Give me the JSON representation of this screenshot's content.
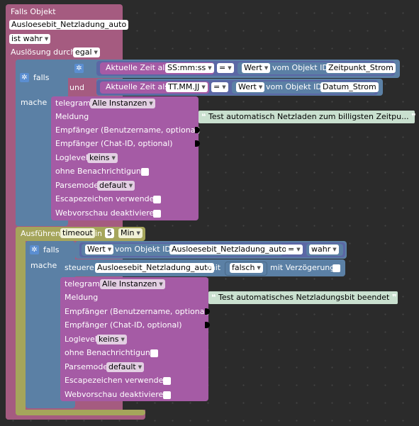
{
  "colors": {
    "trigger": "#a55b80",
    "logic": "#5b80a5",
    "text": "#a55ba5",
    "timeout": "#a5a55b",
    "compare": "#5b67a5",
    "value": "#a55ba5",
    "string": "#c9e0cf"
  },
  "trigger": {
    "title": "Falls Objekt",
    "object_id": "Ausloesebit_Netzladung_auto",
    "condition": "ist wahr",
    "trigger_prefix": "Auslösung durch",
    "trigger_value": "egal"
  },
  "if1": {
    "falls": "falls",
    "und": "und",
    "mache": "mache",
    "cond1": {
      "prefix": "Aktuelle Zeit als",
      "format": "SS:mm:ss",
      "op": "=",
      "value_type": "Wert",
      "from": "vom Objekt ID",
      "object_id": "Zeitpunkt_Strom"
    },
    "cond2": {
      "prefix": "Aktuelle Zeit als",
      "format": "TT.MM.JJ",
      "op": "=",
      "value_type": "Wert",
      "from": "vom Objekt ID",
      "object_id": "Datum_Strom"
    }
  },
  "telegram1": {
    "label": "telegram",
    "instance": "Alle Instanzen",
    "meldung": "Meldung",
    "message": "Test automatisch Netzladen zum billigsten Zeitpu...",
    "recipient_user": "Empfänger (Benutzername, optional)",
    "recipient_chat": "Empfänger (Chat-ID, optional)",
    "loglevel": "Loglevel",
    "loglevel_value": "keins",
    "silent": "ohne Benachrichtigung",
    "parsemode": "Parsemode",
    "parsemode_value": "default",
    "escape": "Escapezeichen verwenden",
    "preview": "Webvorschau deaktivieren"
  },
  "timeout": {
    "label": "Ausführen",
    "name": "timeout",
    "in": "in",
    "value": "5",
    "unit": "Min"
  },
  "if2": {
    "falls": "falls",
    "mache": "mache",
    "cond": {
      "value_type": "Wert",
      "from": "vom Objekt ID",
      "object_id": "Ausloesebit_Netzladung_auto",
      "op": "=",
      "value": "wahr"
    },
    "set": {
      "label": "steuere",
      "object_id": "Ausloesebit_Netzladung_auto",
      "with": "mit",
      "value": "falsch",
      "delay": "mit Verzögerung"
    }
  },
  "telegram2": {
    "label": "telegram",
    "instance": "Alle Instanzen",
    "meldung": "Meldung",
    "message": "Test automatisches Netzladungsbit beendet",
    "recipient_user": "Empfänger (Benutzername, optional)",
    "recipient_chat": "Empfänger (Chat-ID, optional)",
    "loglevel": "Loglevel",
    "loglevel_value": "keins",
    "silent": "ohne Benachrichtigung",
    "parsemode": "Parsemode",
    "parsemode_value": "default",
    "escape": "Escapezeichen verwenden",
    "preview": "Webvorschau deaktivieren"
  }
}
